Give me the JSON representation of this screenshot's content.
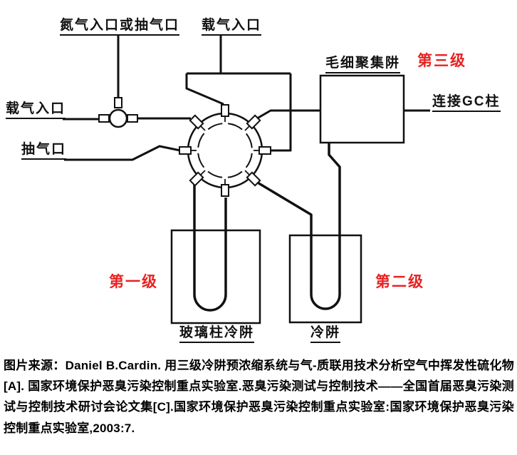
{
  "diagram": {
    "labels": {
      "nitrogen_inlet": "氮气入口或抽气口",
      "carrier_gas_inlet_top": "载气入口",
      "carrier_gas_inlet_left": "载气入口",
      "pump_port": "抽气口",
      "capillary_trap": "毛细聚集阱",
      "gc_column": "连接GC柱",
      "glass_column_cold_trap": "玻璃柱冷阱",
      "cold_trap": "冷阱"
    },
    "stages": {
      "stage1": "第一级",
      "stage2": "第二级",
      "stage3": "第三级",
      "color": "#e82222"
    },
    "line_color": "#111111",
    "background": "#ffffff"
  },
  "caption": "图片来源：Daniel B.Cardin. 用三级冷阱预浓缩系统与气-质联用技术分析空气中挥发性硫化物[A]. 国家环境保护恶臭污染控制重点实验室.恶臭污染测试与控制技术——全国首届恶臭污染测试与控制技术研讨会论文集[C].国家环境保护恶臭污染控制重点实验室:国家环境保护恶臭污染控制重点实验室,2003:7."
}
